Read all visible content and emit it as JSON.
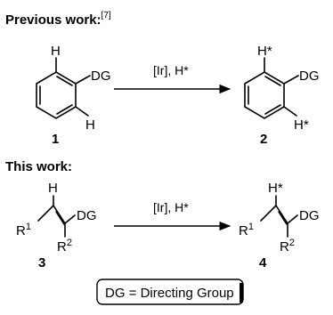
{
  "previous_heading": "Previous work:",
  "previous_ref": "[7]",
  "this_heading": "This work:",
  "reagent_top": "[Ir], H*",
  "reagent_bottom": "[Ir], H*",
  "compound_1": "1",
  "compound_2": "2",
  "compound_3": "3",
  "compound_4": "4",
  "atom_h": "H",
  "atom_hstar": "H*",
  "atom_dg": "DG",
  "atom_r": "R",
  "sup_1": "1",
  "sup_2": "2",
  "legend": "DG = Directing Group"
}
